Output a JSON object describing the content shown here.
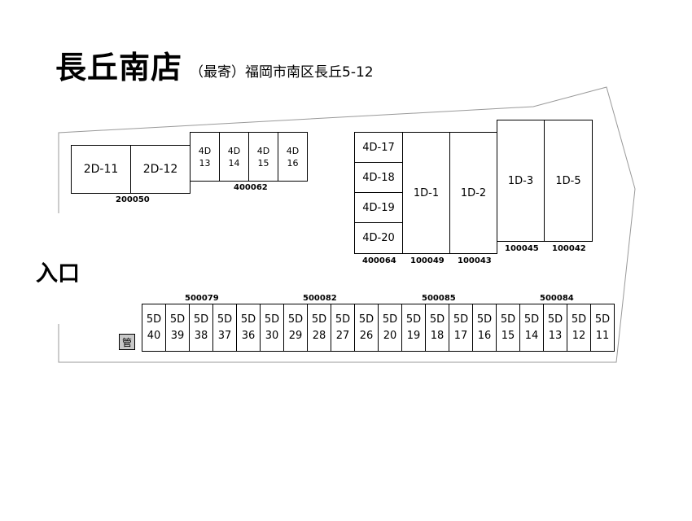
{
  "header": {
    "store_name": "長丘南店",
    "address": "（最寄）福岡市南区長丘5-12"
  },
  "entrance_label": "入口",
  "manager_label": "管",
  "groups": {
    "a": {
      "units": [
        {
          "id": "2D-11"
        },
        {
          "id": "2D-12"
        }
      ],
      "code": "200050"
    },
    "b": {
      "units": [
        {
          "t": "4D",
          "n": "13"
        },
        {
          "t": "4D",
          "n": "14"
        },
        {
          "t": "4D",
          "n": "15"
        },
        {
          "t": "4D",
          "n": "16"
        }
      ],
      "code": "400062"
    },
    "c": {
      "units": [
        {
          "id": "4D-17"
        },
        {
          "id": "4D-18"
        },
        {
          "id": "4D-19"
        },
        {
          "id": "4D-20"
        }
      ],
      "code": "400064"
    },
    "d": {
      "units": [
        {
          "id": "1D-1",
          "code": "100049"
        },
        {
          "id": "1D-2",
          "code": "100043"
        }
      ]
    },
    "e": {
      "units": [
        {
          "id": "1D-3",
          "code": "100045"
        },
        {
          "id": "1D-5",
          "code": "100042"
        }
      ]
    },
    "row5": {
      "sections": [
        {
          "code": "500079",
          "units": [
            {
              "t": "5D",
              "n": "40"
            },
            {
              "t": "5D",
              "n": "39"
            },
            {
              "t": "5D",
              "n": "38"
            },
            {
              "t": "5D",
              "n": "37"
            },
            {
              "t": "5D",
              "n": "36"
            }
          ]
        },
        {
          "code": "500082",
          "units": [
            {
              "t": "5D",
              "n": "30"
            },
            {
              "t": "5D",
              "n": "29"
            },
            {
              "t": "5D",
              "n": "28"
            },
            {
              "t": "5D",
              "n": "27"
            },
            {
              "t": "5D",
              "n": "26"
            }
          ]
        },
        {
          "code": "500085",
          "units": [
            {
              "t": "5D",
              "n": "20"
            },
            {
              "t": "5D",
              "n": "19"
            },
            {
              "t": "5D",
              "n": "18"
            },
            {
              "t": "5D",
              "n": "17"
            },
            {
              "t": "5D",
              "n": "16"
            }
          ]
        },
        {
          "code": "500084",
          "units": [
            {
              "t": "5D",
              "n": "15"
            },
            {
              "t": "5D",
              "n": "14"
            },
            {
              "t": "5D",
              "n": "13"
            },
            {
              "t": "5D",
              "n": "12"
            },
            {
              "t": "5D",
              "n": "11"
            }
          ]
        }
      ]
    }
  }
}
